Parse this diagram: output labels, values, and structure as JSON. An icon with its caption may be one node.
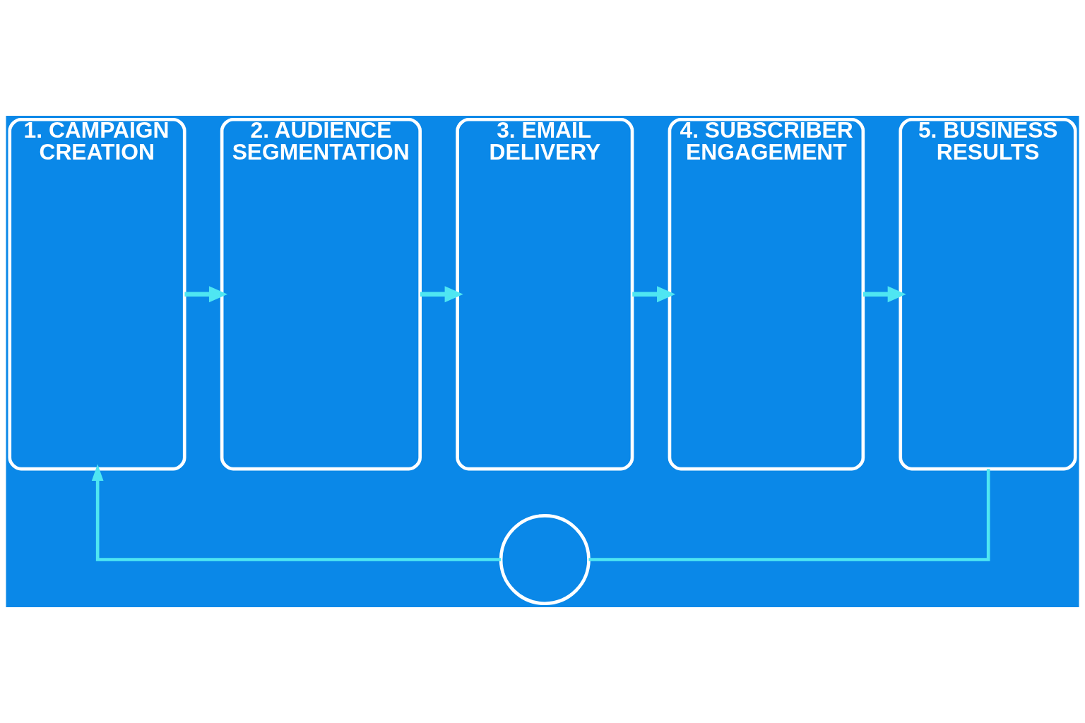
{
  "diagram": {
    "nodes": [
      {
        "text": [
          "1. CAMPAIGN CREATION"
        ]
      },
      {
        "text": [
          "2. AUDIENCE SEGMENTATION"
        ]
      },
      {
        "text": [
          "3. EMAIL DELIVERY"
        ]
      },
      {
        "text": [
          "4. SUBSCRIBER ENGAGEMENT"
        ]
      },
      {
        "text": [
          "5. BUSINESS RESULTS"
        ]
      },
      {
        "text": [],
        "shape": "circle"
      }
    ],
    "edges": [
      {
        "from": 0,
        "to": 1,
        "arrow": "to"
      },
      {
        "from": 1,
        "to": 2,
        "arrow": "to"
      },
      {
        "from": 2,
        "to": 3,
        "arrow": "to"
      },
      {
        "from": 3,
        "to": 4,
        "arrow": "to"
      },
      {
        "from": 4,
        "to": 5,
        "arrow": "none"
      },
      {
        "from": 5,
        "to": 0,
        "arrow": "to"
      }
    ]
  }
}
